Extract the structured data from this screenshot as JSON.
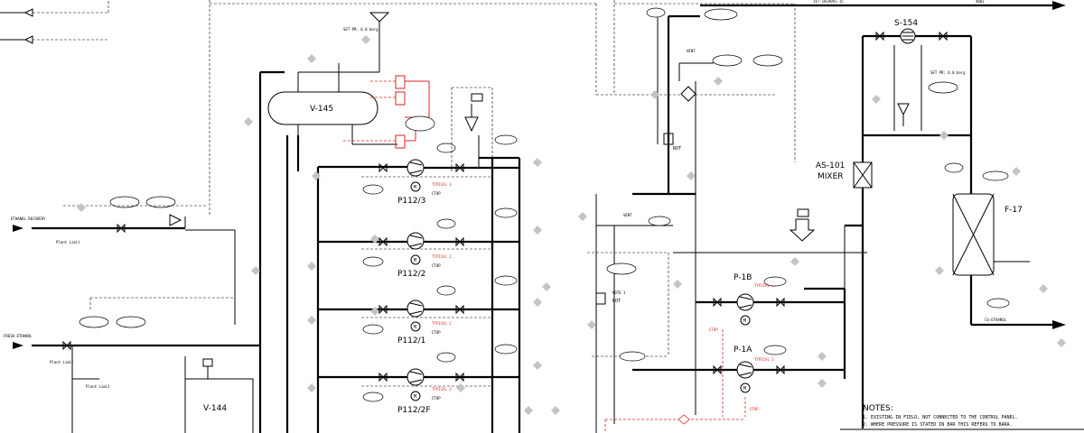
{
  "equipment": {
    "v145": "V-145",
    "v144": "V-144",
    "p112_3": "P112/3",
    "p112_2": "P112/2",
    "p112_1": "P112/1",
    "p112_2f": "P112/2F",
    "s154": "S-154",
    "as101": "AS-101",
    "mixer": "MIXER",
    "f17": "F-17",
    "p1b": "P-1B",
    "p1a": "P-1A"
  },
  "stream_labels": {
    "ethanol_recovery": "ETHANOL RECOVERY",
    "fresh_ethanol": "FRESH ETHANOL",
    "plant_limit": "Plant Limit",
    "c4_ethanol": "C4-ETHANOL",
    "rot": "ROT",
    "vent": "VENT",
    "set_pr": "SET PR: 6.0 barg"
  },
  "annotations": {
    "typical_3": "TYPICAL 3",
    "typical_2": "TYPICAL 2",
    "ctop": "CTOP",
    "note_1": "NOTE 1"
  },
  "notes": {
    "heading": "NOTES:",
    "n1": "1. EXISTING IN FIELD, NOT CONNECTED TO THE CONTROL PANEL.",
    "n2": "2. WHERE PRESSURE IS STATED IN BAR THIS REFERS TO BARA."
  },
  "colors": {
    "line": "#000000",
    "highlight": "#e02020",
    "diamond": "#c4c4c4"
  }
}
